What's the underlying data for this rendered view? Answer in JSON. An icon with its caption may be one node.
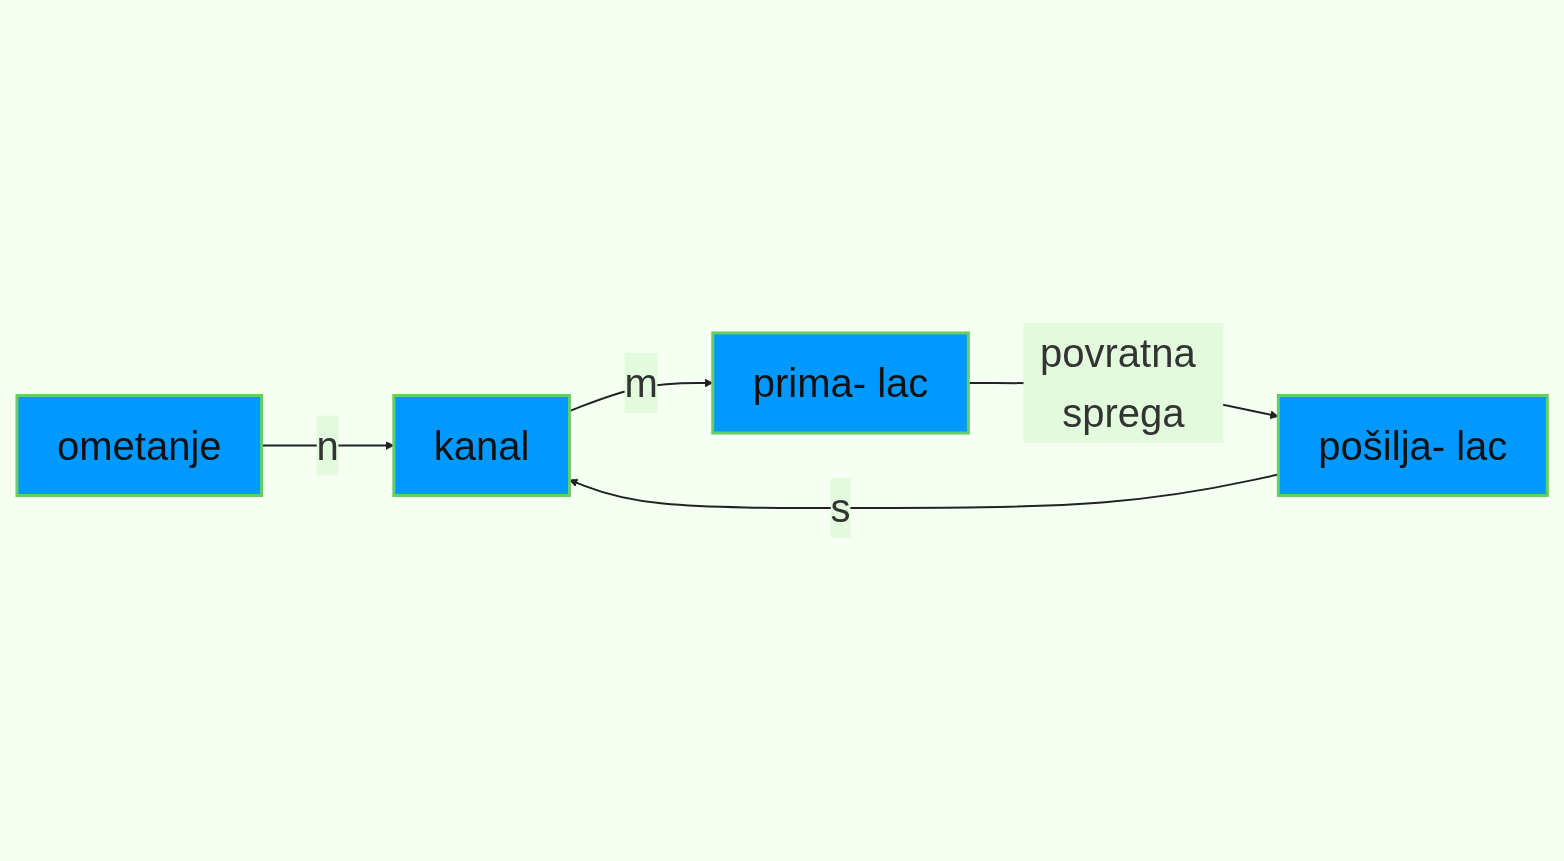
{
  "diagram": {
    "nodes": [
      {
        "text": [
          "ometanje"
        ]
      },
      {
        "text": [
          "pošilja- lac"
        ]
      },
      {
        "text": [
          "kanal"
        ]
      },
      {
        "text": [
          "prima- lac"
        ]
      }
    ],
    "edges": [
      {
        "from": 0,
        "to": 2,
        "arrow": "to",
        "label": "n"
      },
      {
        "from": 1,
        "to": 2,
        "arrow": "to",
        "label": "s"
      },
      {
        "from": 2,
        "to": 3,
        "arrow": "to",
        "label": "m"
      },
      {
        "from": 3,
        "to": 1,
        "arrow": "to",
        "label": "povratna sprega"
      }
    ]
  }
}
